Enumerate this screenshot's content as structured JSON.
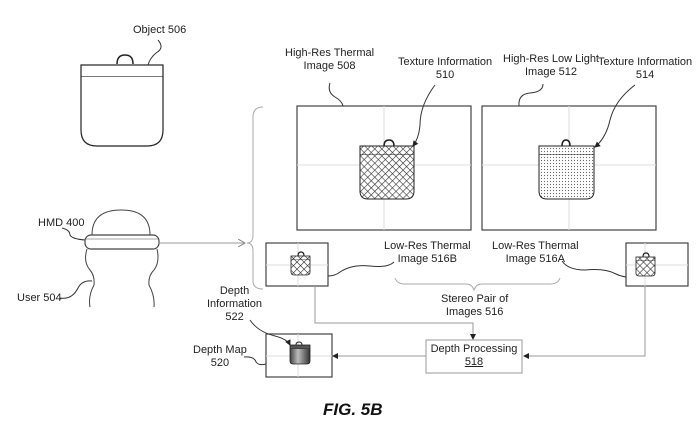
{
  "labels": {
    "object": "Object 506",
    "hmd": "HMD 400",
    "user": "User 504",
    "hr_thermal_line1": "High-Res Thermal",
    "hr_thermal_line2": "Image 508",
    "texture510_line1": "Texture Information",
    "texture510_line2": "510",
    "hr_lowlight_line1": "High-Res Low Light",
    "hr_lowlight_line2": "Image 512",
    "texture514_line1": "Texture Information",
    "texture514_line2": "514",
    "lr_thermal_b_line1": "Low-Res Thermal",
    "lr_thermal_b_line2": "Image 516B",
    "lr_thermal_a_line1": "Low-Res Thermal",
    "lr_thermal_a_line2": "Image 516A",
    "stereo_line1": "Stereo Pair of",
    "stereo_line2": "Images 516",
    "depth_info_line1": "Depth",
    "depth_info_line2": "Information",
    "depth_info_line3": "522",
    "depth_map_line1": "Depth Map",
    "depth_map_line2": "520",
    "depth_processing_line1": "Depth Processing",
    "depth_processing_line2": "518",
    "figure_caption": "FIG. 5B"
  },
  "colors": {
    "line": "#333333",
    "light_line": "#999999",
    "grid": "#dddddd"
  }
}
